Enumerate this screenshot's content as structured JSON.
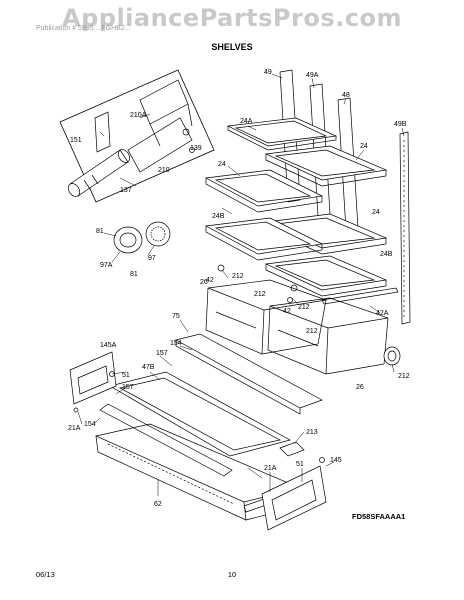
{
  "watermark": "AppliancePartsPros.com",
  "header": {
    "publication_text": "Publication # 5995... FGHB2..."
  },
  "section_title": "SHELVES",
  "callouts": [
    "49",
    "49A",
    "48",
    "49B",
    "24A",
    "24",
    "24",
    "151",
    "210A",
    "139",
    "210",
    "137",
    "24B",
    "24",
    "81",
    "97",
    "97A",
    "81",
    "42",
    "212",
    "24B",
    "26",
    "212",
    "42",
    "212",
    "212",
    "42A",
    "75",
    "154",
    "157",
    "145A",
    "51",
    "157",
    "47B",
    "21A",
    "154",
    "26",
    "212",
    "213",
    "21A",
    "51",
    "145",
    "62"
  ],
  "drawing_code": "FD58SFAAAA1",
  "footer": {
    "date": "06/13",
    "page": "10"
  }
}
